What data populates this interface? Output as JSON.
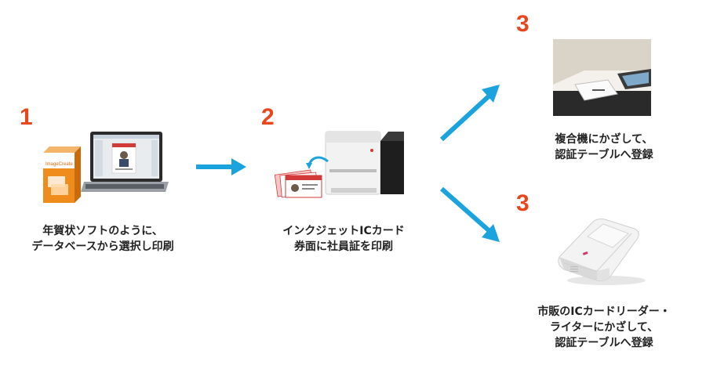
{
  "colors": {
    "step_number": "#e8461b",
    "arrow": "#1aa3dc"
  },
  "steps": [
    {
      "number": "1",
      "image": "laptop-with-software-box",
      "box_label": "ImageCreate",
      "caption": [
        "年賀状ソフトのように、",
        "データベースから選択し印刷"
      ]
    },
    {
      "number": "2",
      "image": "inkjet-card-printer",
      "caption": [
        "インクジェットICカード",
        "券面に社員証を印刷"
      ]
    },
    {
      "number": "3",
      "image": "multifunction-printer-card-reader",
      "caption": [
        "複合機にかざして、",
        "認証テーブルへ登録"
      ]
    },
    {
      "number": "3",
      "image": "ic-card-reader-writer",
      "caption": [
        "市販のICカードリーダー・",
        "ライターにかざして、",
        "認証テーブルへ登録"
      ]
    }
  ]
}
